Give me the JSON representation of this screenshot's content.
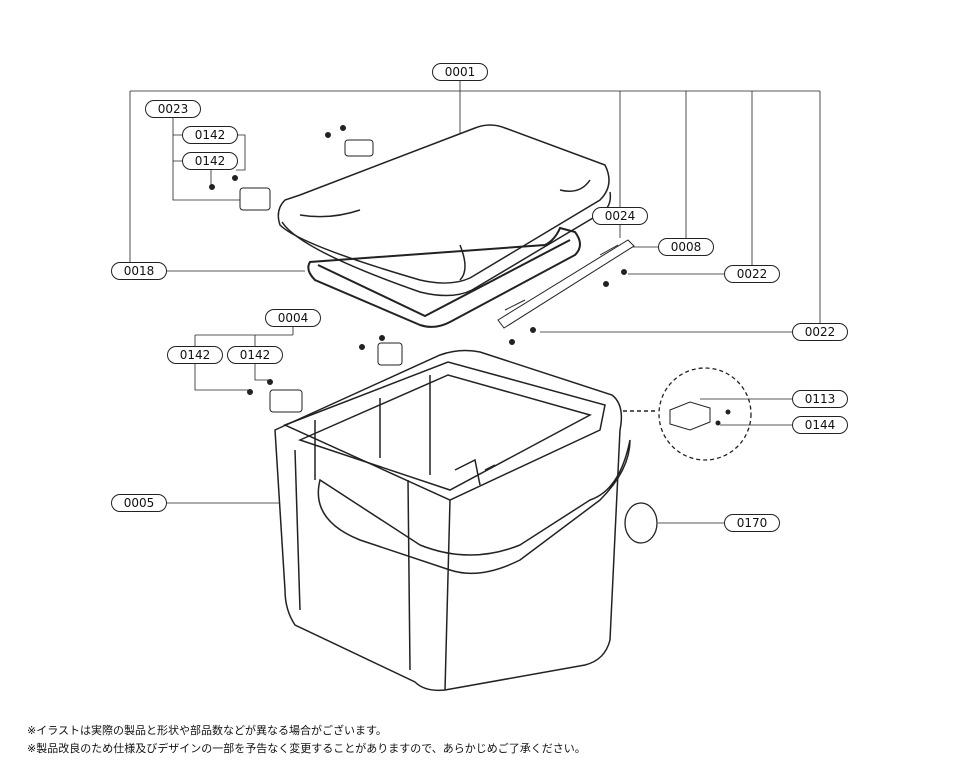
{
  "labels": {
    "p0001": "0001",
    "p0023": "0023",
    "p0142a": "0142",
    "p0142b": "0142",
    "p0024": "0024",
    "p0008": "0008",
    "p0018": "0018",
    "p0022a": "0022",
    "p0004": "0004",
    "p0022b": "0022",
    "p0142c": "0142",
    "p0142d": "0142",
    "p0113": "0113",
    "p0144": "0144",
    "p0005": "0005",
    "p0170": "0170"
  },
  "notes": [
    "※イラストは実際の製品と形状や部品数などが異なる場合がございます。",
    "※製品改良のため仕様及びデザインの一部を予告なく変更することがありますので、あらかじめご了承ください。"
  ]
}
